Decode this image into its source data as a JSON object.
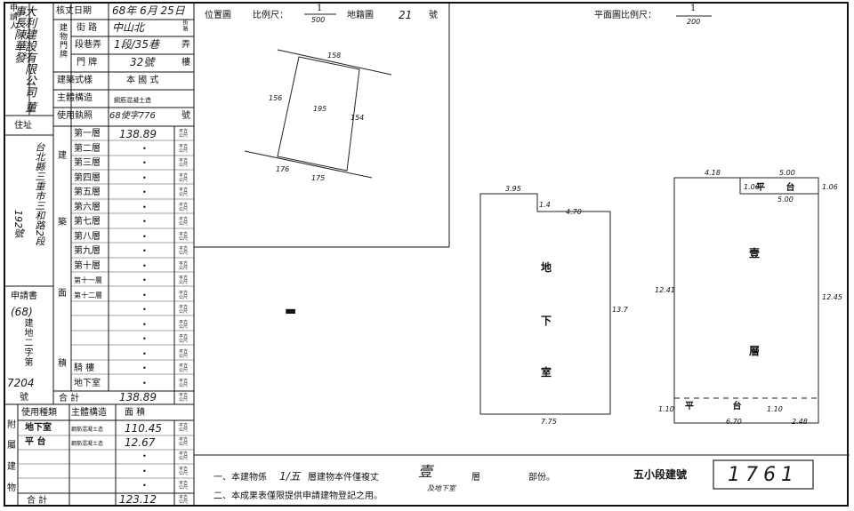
{
  "applicant": {
    "header": "申請人",
    "name": "大利建設有限公司 董事長陳華發",
    "address_label": "住址",
    "address": "台北縣三重市三和路2段",
    "house_no": "192號"
  },
  "app_no": {
    "label": "申請書",
    "year": "(68)",
    "prefix": "建地二字第",
    "number": "7204",
    "suffix": "號"
  },
  "info": {
    "date_label": "核丈日期",
    "date_value": "68年 6月 25日",
    "street_label": "街 路",
    "street_value": "中山北",
    "section_label": "段巷弄",
    "section_value": "1段/35巷",
    "doorno_label": "門 牌",
    "doorno_value": "32號",
    "addr_group": "建物門牌",
    "suffix_street": "街路",
    "suffix_lane": "弄",
    "suffix_floor": "樓",
    "style_label": "建築式樣",
    "style_value": "本 國 式",
    "structure_label": "主體構造",
    "structure_value": "鋼筋混凝土造",
    "license_label": "使用執照",
    "license_value": "68使字776",
    "license_suffix": "號"
  },
  "area_section": {
    "side_label": [
      "建",
      "築",
      "面",
      "積"
    ],
    "unit": "平方公尺",
    "floors": [
      {
        "label": "第一層",
        "value": "138.89"
      },
      {
        "label": "第二層",
        "value": "•"
      },
      {
        "label": "第三層",
        "value": "•"
      },
      {
        "label": "第四層",
        "value": "•"
      },
      {
        "label": "第五層",
        "value": "•"
      },
      {
        "label": "第六層",
        "value": "•"
      },
      {
        "label": "第七層",
        "value": "•"
      },
      {
        "label": "第八層",
        "value": "•"
      },
      {
        "label": "第九層",
        "value": "•"
      },
      {
        "label": "第十層",
        "value": "•"
      },
      {
        "label": "第十一層",
        "value": "•"
      },
      {
        "label": "第十二層",
        "value": "•"
      },
      {
        "label": "",
        "value": "•"
      },
      {
        "label": "",
        "value": "•"
      },
      {
        "label": "",
        "value": "•"
      },
      {
        "label": "",
        "value": "•"
      },
      {
        "label": "騎 樓",
        "value": "•"
      },
      {
        "label": "地下室",
        "value": "•"
      }
    ],
    "total_label": "合 計",
    "total_value": "138.89"
  },
  "annex": {
    "side_label": [
      "附",
      "屬",
      "建",
      "物"
    ],
    "col_use": "使用種類",
    "col_struct": "主體構造",
    "col_area": "面 積",
    "rows": [
      {
        "use": "地下室",
        "struct": "鋼筋混凝土造",
        "area": "110.45"
      },
      {
        "use": "平 台",
        "struct": "鋼筋混凝土造",
        "area": "12.67"
      },
      {
        "use": "",
        "struct": "",
        "area": "•"
      },
      {
        "use": "",
        "struct": "",
        "area": "•"
      },
      {
        "use": "",
        "struct": "",
        "area": "•"
      }
    ],
    "total_label": "合 計",
    "total_value": "123.12"
  },
  "location_map": {
    "title": "位置圖",
    "scale_label": "比例尺：",
    "scale_num": "1",
    "scale_den": "500",
    "cadastral_label": "地籍圖",
    "cadastral_no": "21",
    "cadastral_suffix": "號",
    "parcel_top": "158",
    "parcel_left": "156",
    "parcel_center": "195",
    "parcel_right": "154",
    "parcel_bottom_left": "176",
    "parcel_bottom": "175"
  },
  "plan": {
    "scale_label": "平面圖比例尺：",
    "scale_num": "1",
    "scale_den": "200",
    "basement_label": [
      "地",
      "下",
      "室"
    ],
    "basement_dims": {
      "top_left": "3.95",
      "notch": "1.4",
      "top": "4.70",
      "right": "13.7",
      "bottom": "7.75"
    },
    "floor1_label_top": "壹",
    "floor1_label_bottom": "層",
    "floor1_dims": {
      "top": "4.18",
      "top2": "5.00",
      "inner": "5.00",
      "left": "12.41",
      "right": "12.45",
      "c1": "1.06",
      "c2": "1.06",
      "bottom_left": "1.10",
      "bottom_mid": "6.70",
      "bottom_mid2": "1.10",
      "bottom_right": "2.48"
    },
    "platform_top": "平 台",
    "platform_bottom": "平 台"
  },
  "notes": {
    "line1_a": "一、本建物係",
    "line1_floors": "1/五",
    "line1_b": "層建物本件僅複丈",
    "line1_target": "壹",
    "line1_c": "層",
    "line1_d": "部份。",
    "line1_extra": "及地下室",
    "line2": "二、本成果表僅限提供申請建物登記之用。",
    "parcel_label": "五小段建號",
    "parcel_no": "1761"
  }
}
